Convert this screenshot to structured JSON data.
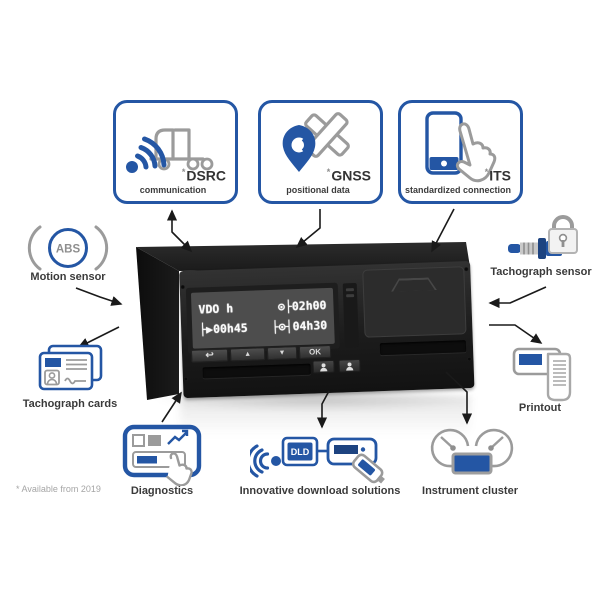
{
  "colors": {
    "accent_blue": "#2456a4",
    "accent_dark_blue": "#1d4380",
    "icon_gray": "#9b9b9b",
    "label_text": "#3a3a3a",
    "arrow_black": "#1a1a1a",
    "device_black": "#1c1c1c",
    "screen_bg": "#4d4d4d",
    "screen_text": "#fafafa"
  },
  "footnote": "* Available from 2019",
  "top_boxes": [
    {
      "prefix": "*",
      "title": "DSRC",
      "subtitle": "communication",
      "icon": "truck-wireless-icon"
    },
    {
      "prefix": "*",
      "title": "GNSS",
      "subtitle": "positional data",
      "icon": "satellite-location-pin-icon"
    },
    {
      "prefix": "*",
      "title": "ITS",
      "subtitle": "standardized connection",
      "icon": "phone-touch-icon"
    }
  ],
  "nodes": {
    "motion_sensor": {
      "label": "Motion sensor",
      "abs_text": "ABS",
      "icon": "abs-circle-icon"
    },
    "tachograph_cards": {
      "label": "Tachograph cards",
      "icon": "id-cards-icon"
    },
    "tachograph_sensor": {
      "label": "Tachograph sensor",
      "icon": "sensor-padlock-icon"
    },
    "printout": {
      "label": "Printout",
      "icon": "printer-receipt-icon"
    },
    "diagnostics": {
      "label": "Diagnostics",
      "icon": "diagnostic-tool-hand-icon"
    },
    "downloads": {
      "label": "Innovative download solutions",
      "dld_text": "DLD",
      "icon": "dld-wireless-downloadkey-icon"
    },
    "instrument_cluster": {
      "label": "Instrument cluster",
      "icon": "gauges-display-icon"
    }
  },
  "device": {
    "name": "digital-tachograph",
    "display": {
      "line1_left": "VDO  h",
      "line1_right": "⊙├02h00",
      "line2_left": "├▶00h45",
      "line2_right": "├⊙┤04h30"
    },
    "buttons": {
      "back": "↩",
      "up": "▲",
      "down": "▼",
      "ok": "OK"
    }
  }
}
